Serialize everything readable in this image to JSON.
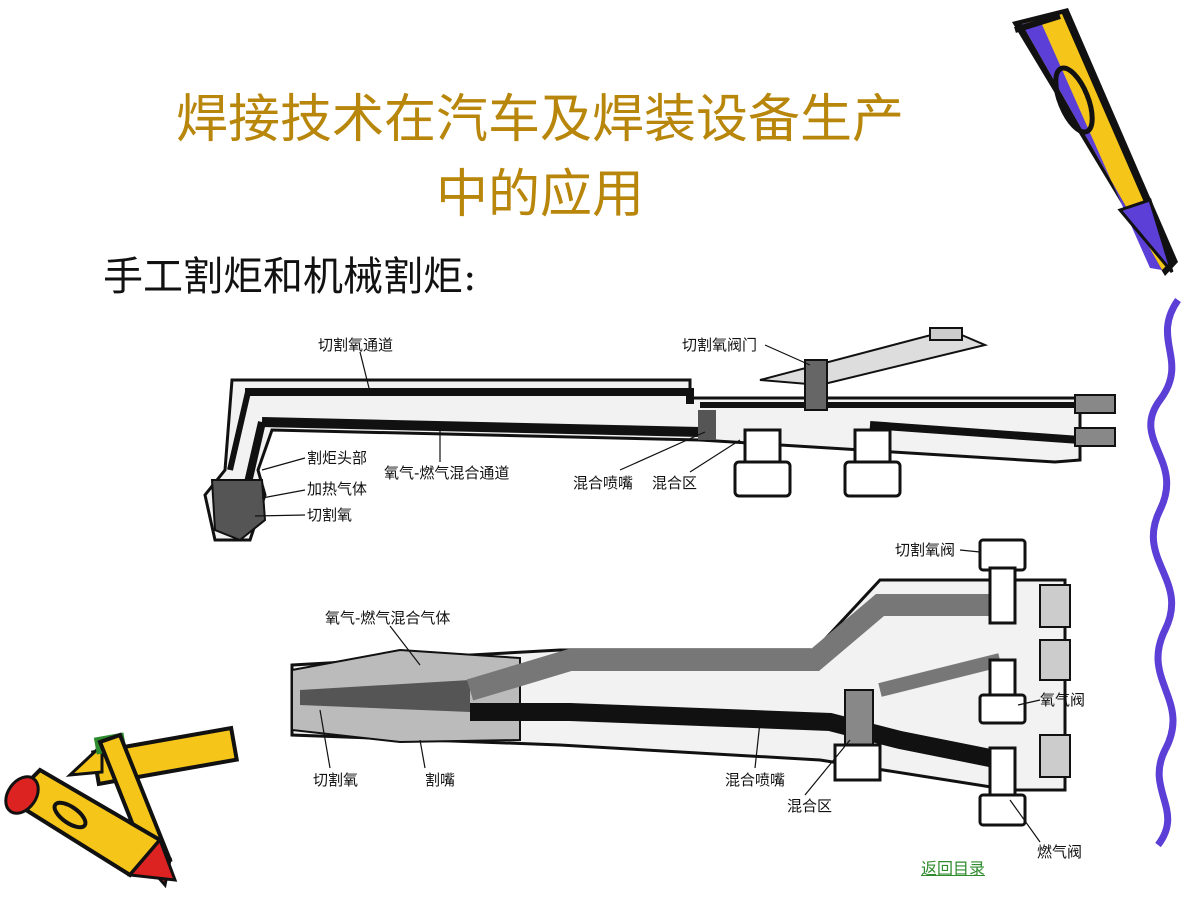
{
  "slide": {
    "title_line1": "焊接技术在汽车及焊装设备生产",
    "title_line2": "中的应用",
    "subtitle": "手工割炬和机械割炬:",
    "return_link": "返回目录"
  },
  "diagram_top": {
    "labels": {
      "cut_oxygen_channel": "切割氧通道",
      "cut_oxygen_valve_door": "切割氧阀门",
      "torch_head": "割炬头部",
      "heating_gas": "加热气体",
      "cut_oxygen": "切割氧",
      "mix_channel": "氧气-燃气混合通道",
      "mix_nozzle": "混合喷嘴",
      "mix_zone": "混合区"
    }
  },
  "diagram_bottom": {
    "labels": {
      "cut_oxygen_valve": "切割氧阀",
      "mix_gas": "氧气-燃气混合气体",
      "oxygen_valve": "氧气阀",
      "cut_oxygen": "切割氧",
      "nozzle": "割嘴",
      "mix_nozzle": "混合喷嘴",
      "mix_zone": "混合区",
      "fuel_valve": "燃气阀"
    }
  },
  "colors": {
    "title": "#b8860b",
    "pencil_yellow": "#f5c51a",
    "pencil_purple": "#5b3fd6",
    "link": "#2e8b2e"
  }
}
